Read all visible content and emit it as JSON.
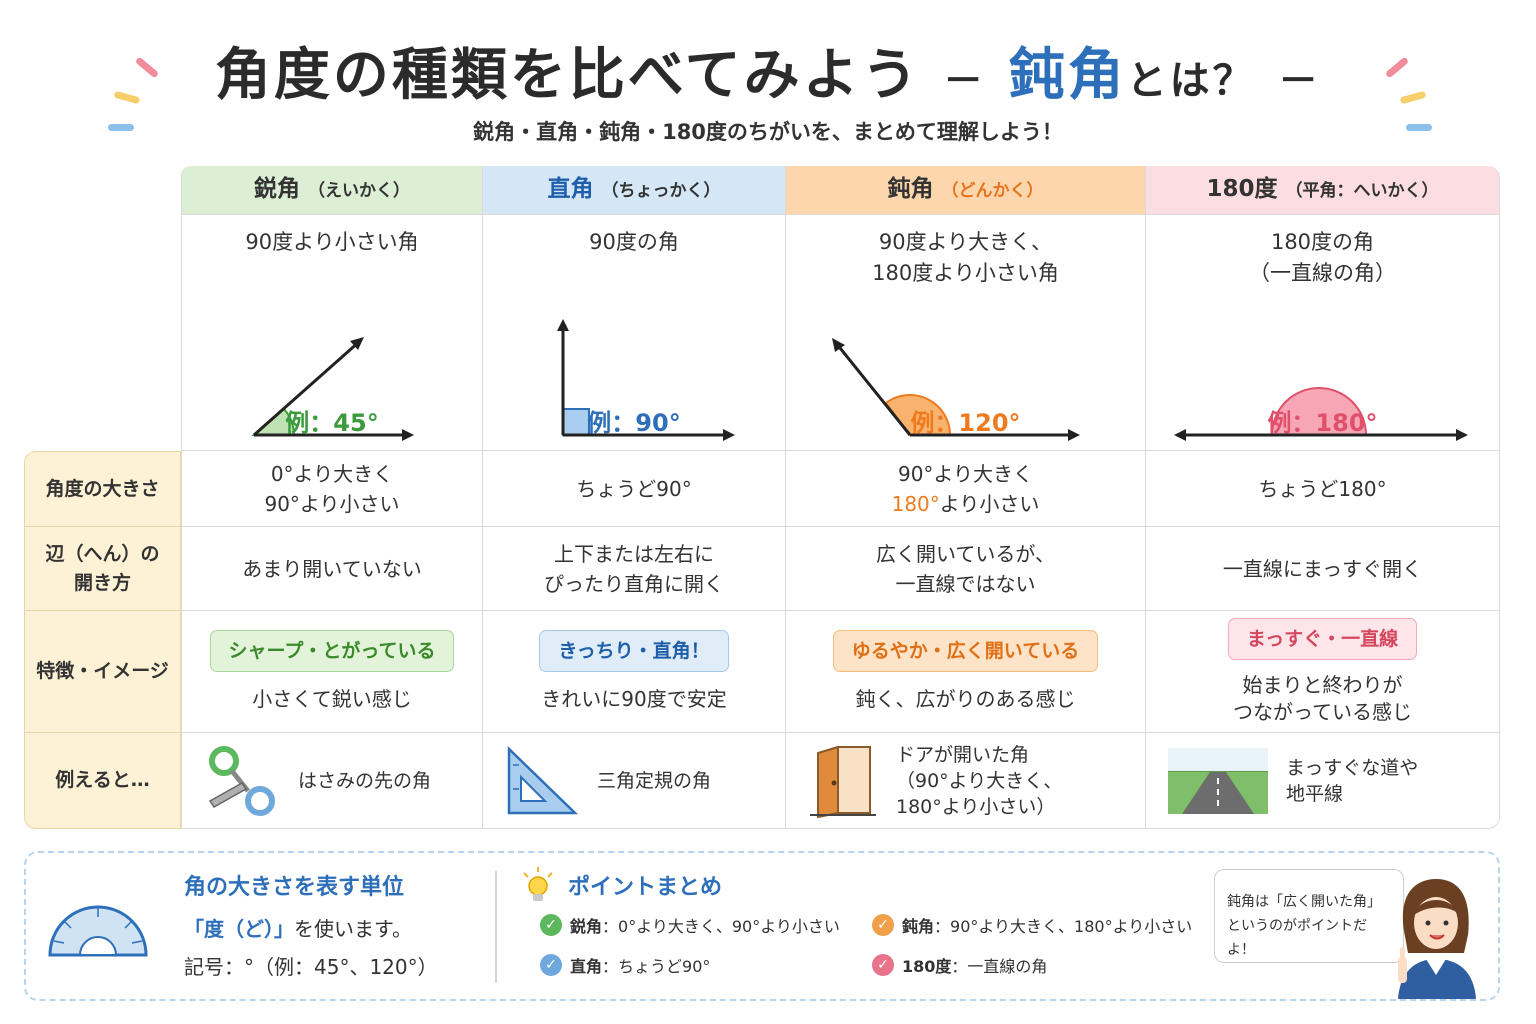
{
  "header": {
    "title_main": "角度の種類を比べてみよう",
    "title_dash_left": "－",
    "title_accent": "鈍角",
    "title_tail": "とは？",
    "title_dash_right": "－",
    "subtitle": "鋭角・直角・鈍角・180度のちがいを、まとめて理解しよう！"
  },
  "columns": [
    {
      "name": "鋭角",
      "reading": "（えいかく）",
      "definition": [
        "90度より小さい角",
        ""
      ],
      "example": "例：45°",
      "size": [
        "0°より大きく",
        "90°より小さい"
      ],
      "opening": [
        "あまり開いていない",
        ""
      ],
      "badge": "シャープ・とがっている",
      "feeling": [
        "小さくて鋭い感じ",
        ""
      ],
      "analogy": [
        "はさみの先の角",
        "",
        ""
      ],
      "analogy_icon": "scissors-icon"
    },
    {
      "name": "直角",
      "reading": "（ちょっかく）",
      "definition": [
        "90度の角",
        ""
      ],
      "example": "例：90°",
      "size": [
        "ちょうど90°",
        ""
      ],
      "opening": [
        "上下または左右に",
        "ぴったり直角に開く"
      ],
      "badge": "きっちり・直角！",
      "feeling": [
        "きれいに90度で安定",
        ""
      ],
      "analogy": [
        "三角定規の角",
        "",
        ""
      ],
      "analogy_icon": "triangle-ruler-icon"
    },
    {
      "name": "鈍角",
      "reading": "（どんかく）",
      "definition": [
        "90度より大きく、",
        "180度より小さい角"
      ],
      "example": "例：120°",
      "size": [
        "90°より大きく",
        "180°より小さい"
      ],
      "size_highlight": "180°",
      "size_rest": "より小さい",
      "opening": [
        "広く開いているが、",
        "一直線ではない"
      ],
      "badge": "ゆるやか・広く開いている",
      "feeling": [
        "鈍く、広がりのある感じ",
        ""
      ],
      "analogy": [
        "ドアが開いた角",
        "（90°より大きく、",
        "180°より小さい）"
      ],
      "analogy_icon": "door-icon"
    },
    {
      "name": "180度",
      "reading": "（平角：へいかく）",
      "definition": [
        "180度の角",
        "（一直線の角）"
      ],
      "example": "例：180°",
      "size": [
        "ちょうど180°",
        ""
      ],
      "opening": [
        "一直線にまっすぐ開く",
        ""
      ],
      "badge": "まっすぐ・一直線",
      "feeling": [
        "始まりと終わりが",
        "つながっている感じ"
      ],
      "analogy": [
        "まっすぐな道や",
        "地平線",
        ""
      ],
      "analogy_icon": "road-icon"
    }
  ],
  "row_labels": {
    "size": "角度の大きさ",
    "opening_1": "辺（へん）の",
    "opening_2": "開き方",
    "feature": "特徴・イメージ",
    "analogy": "例えると…"
  },
  "unit": {
    "title": "角の大きさを表す単位",
    "line1_quote": "「度（ど）」",
    "line1_rest": "を使います。",
    "line2": "記号：°（例：45°、120°）"
  },
  "points": {
    "title": "ポイントまとめ",
    "items": [
      {
        "label": "鋭角",
        "text": "：0°より大きく、90°より小さい",
        "color": "#5cb85c"
      },
      {
        "label": "鈍角",
        "text": "：90°より大きく、180°より小さい",
        "color": "#f0a04b"
      },
      {
        "label": "直角",
        "text": "：ちょうど90°",
        "color": "#6fa8dc"
      },
      {
        "label": "180度",
        "text": "：一直線の角",
        "color": "#e8738a"
      }
    ]
  },
  "bubble": {
    "line1": "鈍角は「広く開いた角」",
    "line2": "というのがポイントだよ！"
  },
  "colors": {
    "green": "#3a9b3a",
    "blue": "#2e6fba",
    "orange": "#f07a1e",
    "pink": "#e0506a"
  }
}
